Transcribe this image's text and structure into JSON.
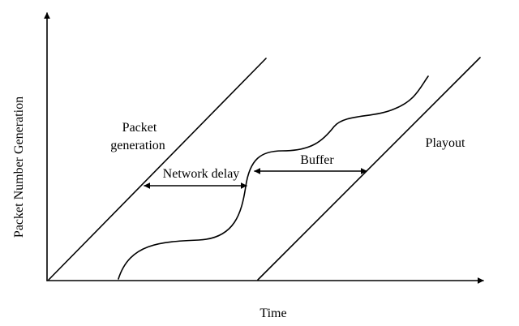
{
  "diagram": {
    "y_axis_label": "Packet Number Generation",
    "x_axis_label": "Time",
    "labels": {
      "packet_line1": "Packet",
      "packet_line2": "generation",
      "network_delay": "Network delay",
      "buffer": "Buffer",
      "playout": "Playout"
    }
  }
}
